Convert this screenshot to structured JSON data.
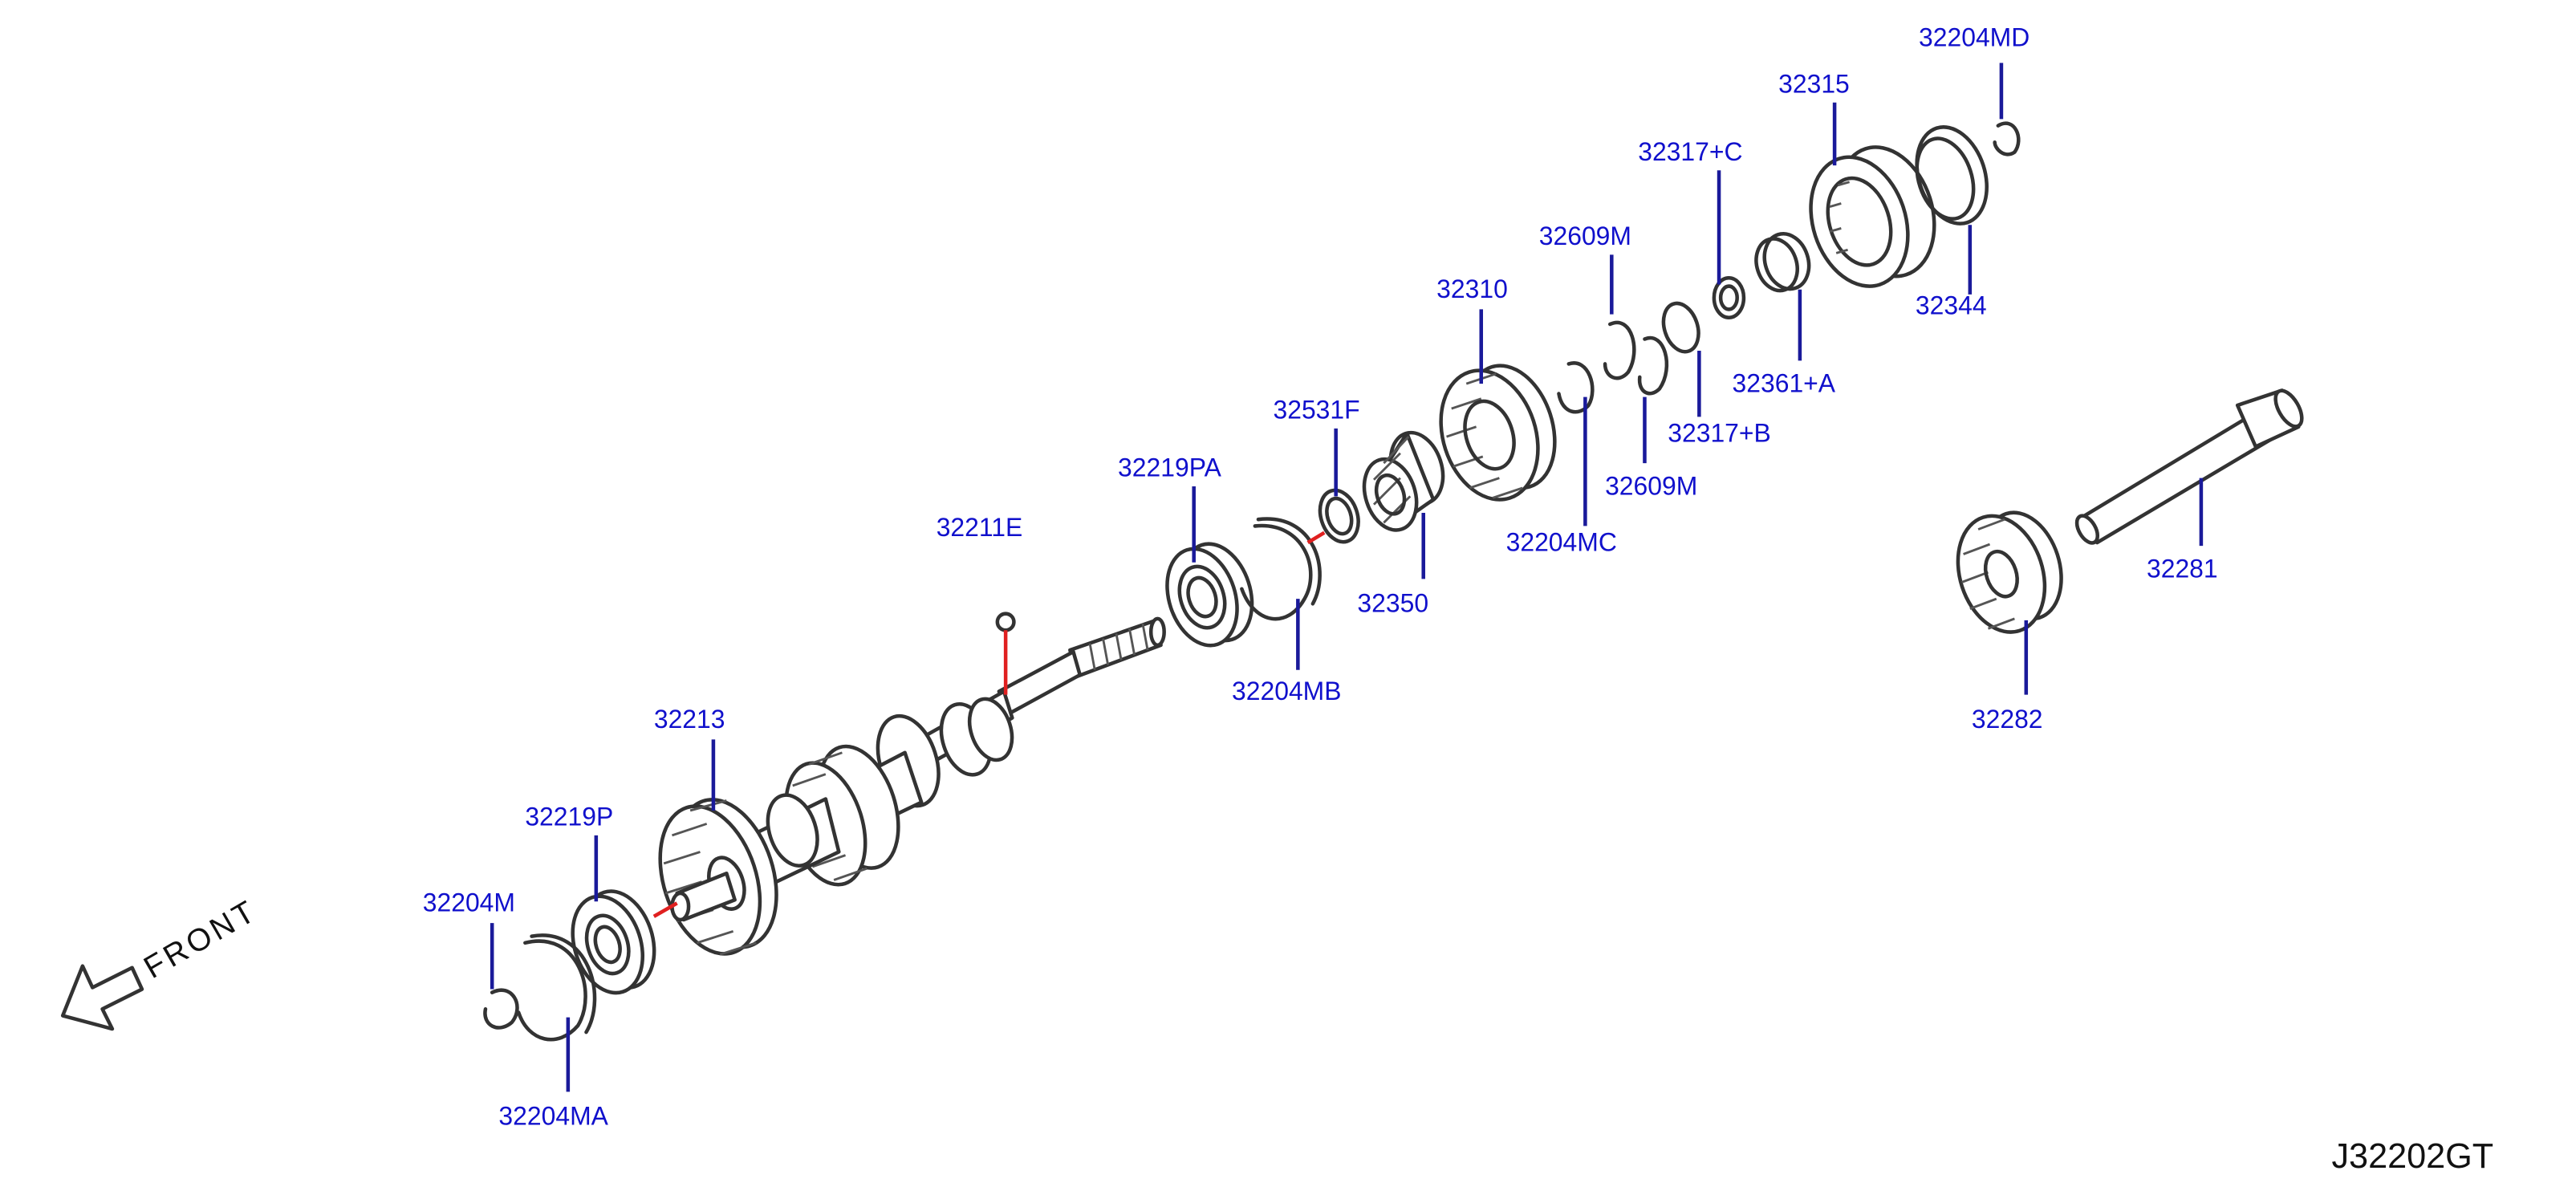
{
  "diagram_code": "J32202GT",
  "front_label": "FRONT",
  "parts": [
    {
      "id": "p1",
      "number": "32204MD"
    },
    {
      "id": "p2",
      "number": "32315"
    },
    {
      "id": "p3",
      "number": "32317+C"
    },
    {
      "id": "p4",
      "number": "32609M"
    },
    {
      "id": "p5",
      "number": "32310"
    },
    {
      "id": "p6",
      "number": "32344"
    },
    {
      "id": "p7",
      "number": "32361+A"
    },
    {
      "id": "p8",
      "number": "32317+B"
    },
    {
      "id": "p9",
      "number": "32531F"
    },
    {
      "id": "p10",
      "number": "32609M"
    },
    {
      "id": "p11",
      "number": "32204MC"
    },
    {
      "id": "p12",
      "number": "32219PA"
    },
    {
      "id": "p13",
      "number": "32350"
    },
    {
      "id": "p14",
      "number": "32211E"
    },
    {
      "id": "p15",
      "number": "32204MB"
    },
    {
      "id": "p16",
      "number": "32213"
    },
    {
      "id": "p17",
      "number": "32219P"
    },
    {
      "id": "p18",
      "number": "32204M"
    },
    {
      "id": "p19",
      "number": "32204MA"
    },
    {
      "id": "p20",
      "number": "32281"
    },
    {
      "id": "p21",
      "number": "32282"
    }
  ]
}
